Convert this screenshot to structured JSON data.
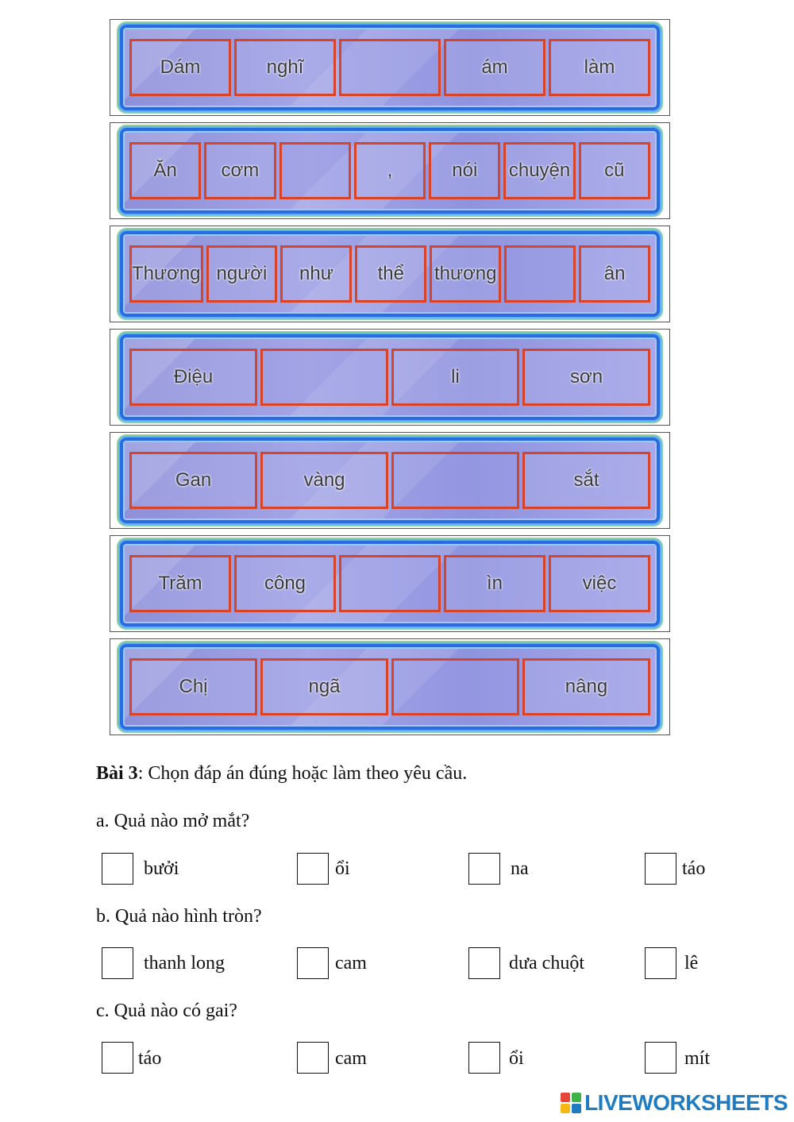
{
  "strips": [
    {
      "cells": [
        "Dám",
        "nghĩ",
        "",
        "ám",
        "làm"
      ]
    },
    {
      "cells": [
        "Ăn",
        "cơm",
        "",
        ",",
        "nói",
        "chuyện",
        "cũ"
      ]
    },
    {
      "cells": [
        "Thương",
        "người",
        "như",
        "thể",
        "thương",
        "",
        "ân"
      ]
    },
    {
      "cells": [
        "Điệu",
        "",
        "li",
        "sơn"
      ]
    },
    {
      "cells": [
        "Gan",
        "vàng",
        "",
        "sắt"
      ]
    },
    {
      "cells": [
        "Trăm",
        "công",
        "",
        "ìn",
        "việc"
      ]
    },
    {
      "cells": [
        "Chị",
        "ngã",
        "",
        "nâng"
      ]
    }
  ],
  "exercise": {
    "title_bold": "Bài 3",
    "title_rest": ": Chọn đáp án đúng hoặc làm theo yêu cầu."
  },
  "questions": [
    {
      "text": "a. Quả nào mở mắt?",
      "options": [
        "bưởi",
        "ổi",
        "na",
        "táo"
      ]
    },
    {
      "text": "b. Quả nào hình tròn?",
      "options": [
        "thanh long",
        "cam",
        "dưa chuột",
        "lê"
      ]
    },
    {
      "text": "c. Quả nào có gai?",
      "options": [
        "táo",
        "cam",
        "ổi",
        "mít"
      ]
    }
  ],
  "branding": {
    "name": "LIVEWORKSHEETS",
    "colors": [
      "#e8463a",
      "#3fb24a",
      "#f5b915",
      "#1f7cc2"
    ]
  }
}
